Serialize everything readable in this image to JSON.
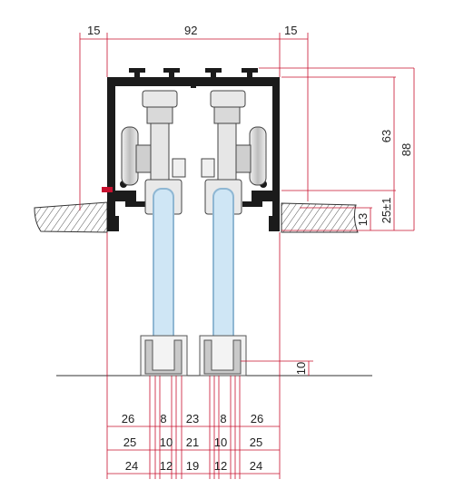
{
  "top_dimensions": {
    "left": "15",
    "center": "92",
    "right": "15"
  },
  "right_dimensions": {
    "h63": "63",
    "h88": "88",
    "h13": "13",
    "h25": "25±1"
  },
  "bottom_right_dimension": "10",
  "bottom_rows": [
    [
      "26",
      "8",
      "23",
      "8",
      "26"
    ],
    [
      "25",
      "10",
      "21",
      "10",
      "25"
    ],
    [
      "24",
      "12",
      "19",
      "12",
      "24"
    ]
  ],
  "colors": {
    "dimension_line": "#c8102e",
    "profile_fill": "#1a1a1a",
    "glass_fill": "#cfe6f5",
    "glass_edge": "#8fb7d3",
    "ceiling_hatch": "#444444",
    "hardware": "#9a9a9a"
  }
}
